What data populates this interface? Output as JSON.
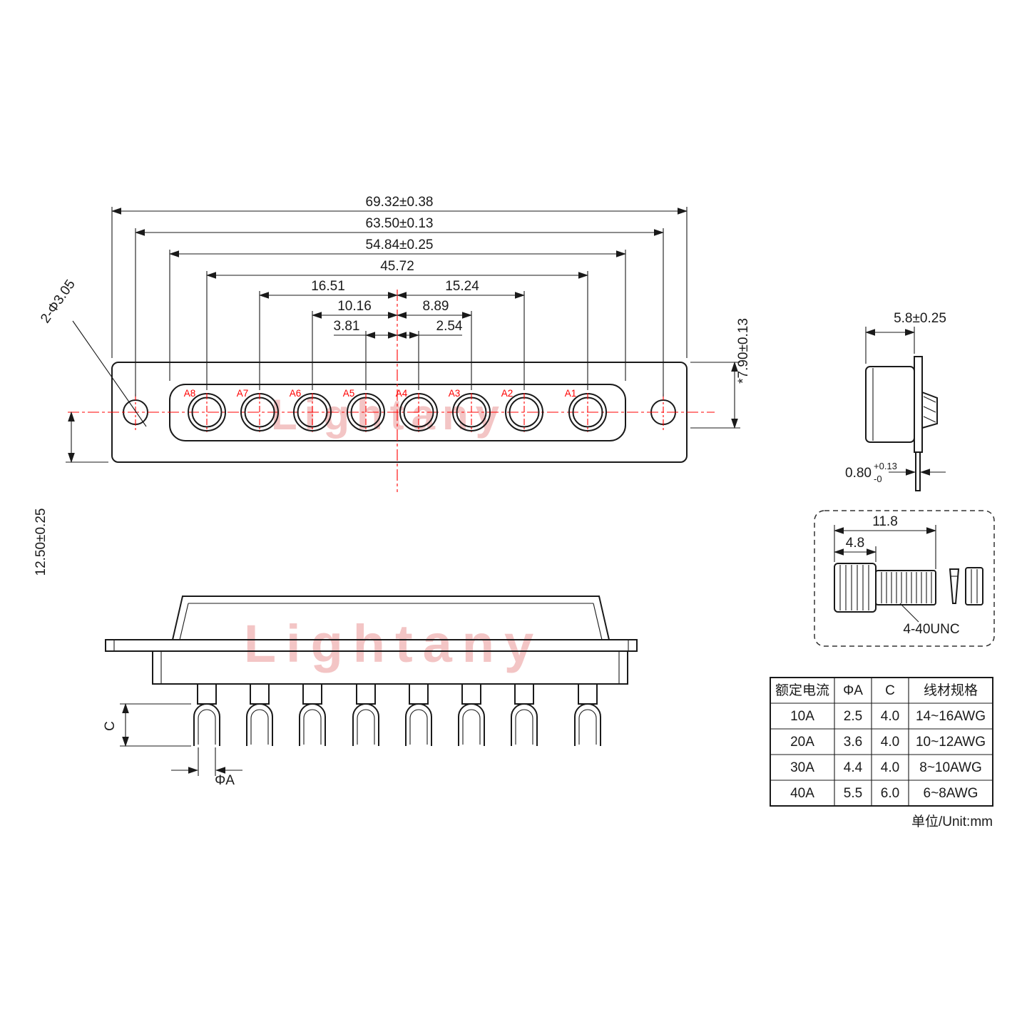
{
  "watermark": {
    "text": "Lightany"
  },
  "top_view": {
    "dim_total_width": "69.32±0.38",
    "dim_hole_span": "63.50±0.13",
    "dim_insert_width": "54.84±0.25",
    "dim_contact_span": "45.72",
    "dim_a7": "16.51",
    "dim_a2": "15.24",
    "dim_a6": "10.16",
    "dim_a3": "8.89",
    "dim_a5": "3.81",
    "dim_a4": "2.54",
    "dim_height": "*7.90±0.13",
    "dim_flange": "12.50±0.25",
    "dim_holes": "2-Φ3.05",
    "contacts": [
      "A8",
      "A7",
      "A6",
      "A5",
      "A4",
      "A3",
      "A2",
      "A1"
    ]
  },
  "side_view": {
    "dim_depth": "5.8±0.25",
    "dim_tail_base": "0.80",
    "dim_tail_sup": "+0.13",
    "dim_tail_sub": "-0"
  },
  "bottom_view": {
    "dim_cup_depth": "C",
    "dim_cup_dia": "ΦA"
  },
  "screw_detail": {
    "dim_length": "11.8",
    "dim_head": "4.8",
    "thread_label": "4-40UNC"
  },
  "spec_table": {
    "headers": [
      "额定电流",
      "ΦA",
      "C",
      "线材规格"
    ],
    "rows": [
      [
        "10A",
        "2.5",
        "4.0",
        "14~16AWG"
      ],
      [
        "20A",
        "3.6",
        "4.0",
        "10~12AWG"
      ],
      [
        "30A",
        "4.4",
        "4.0",
        "8~10AWG"
      ],
      [
        "40A",
        "5.5",
        "6.0",
        "6~8AWG"
      ]
    ],
    "unit_note": "单位/Unit:mm"
  },
  "colors": {
    "line": "#1a1a1a",
    "centerline": "#ff0000",
    "watermark": "#f3c5c5"
  }
}
